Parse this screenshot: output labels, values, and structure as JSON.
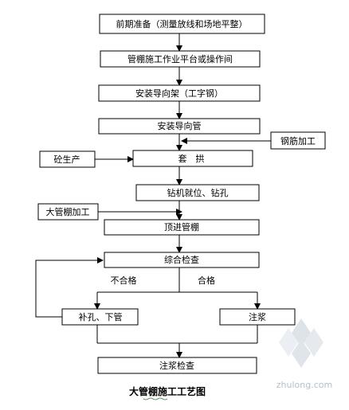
{
  "steps": {
    "s1": "前期准备（测量放线和场地平整）",
    "s2": "管棚施工作业平台或操作间",
    "s3": "安装导向架（工字钢）",
    "s4": "安装导向管",
    "s5": "套　拱",
    "s6": "钻机就位、钻孔",
    "s7": "顶进管棚",
    "s8": "综合检查",
    "s9": "补孔、下管",
    "s10": "注浆",
    "s11": "注浆检查"
  },
  "side_inputs": {
    "rebar": "钢筋加工",
    "concrete": "砼生产",
    "pipe": "大管棚加工"
  },
  "branches": {
    "fail": "不合格",
    "pass": "合格"
  },
  "title": "大管棚施工工艺图",
  "watermark": {
    "site": "zhulong.com"
  }
}
